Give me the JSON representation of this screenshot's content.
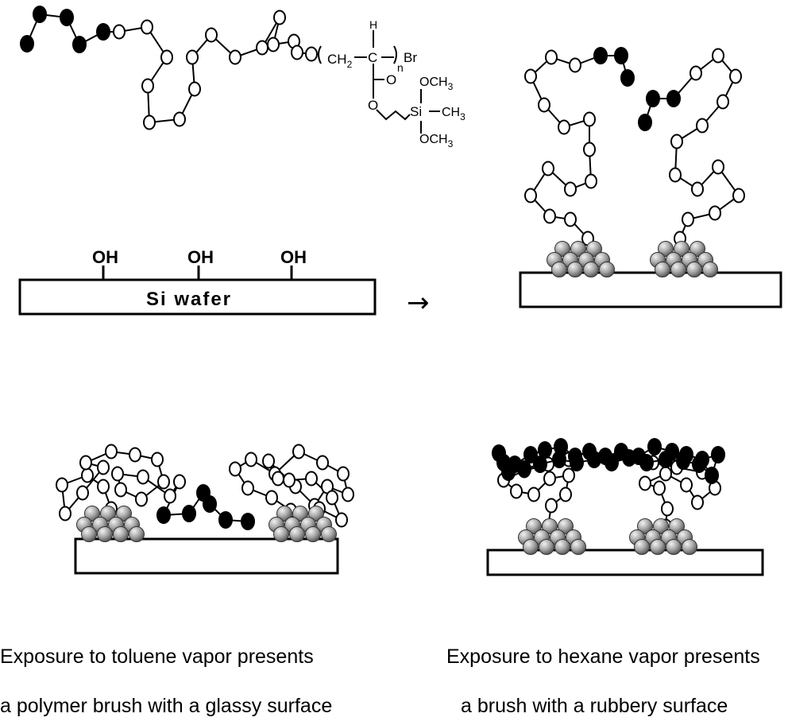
{
  "chemistry": {
    "open_paren": "(",
    "ch2": "CH",
    "ch2_sub": "2",
    "c": "C",
    "h": "H",
    "close_paren": ")",
    "n": "n",
    "br": "Br",
    "o_carbonyl": "O",
    "o_ester": "O",
    "si": "Si",
    "och3_top": "OCH",
    "och3_top_sub": "3",
    "ch3": "CH",
    "ch3_sub": "3",
    "och3_bottom": "OCH",
    "och3_bottom_sub": "3"
  },
  "substrate": {
    "label": "Si wafer",
    "oh_groups": [
      "OH",
      "OH",
      "OH"
    ]
  },
  "arrow": "→",
  "captions": {
    "left_line1": "Exposure to toluene vapor presents",
    "left_line2": "a polymer brush with a glassy surface",
    "right_line1": "Exposure to hexane vapor presents",
    "right_line2": "a brush with a rubbery surface"
  },
  "colors": {
    "ink": "#000000",
    "background": "#ffffff",
    "particle_light": "#f2f2f2",
    "particle_dark": "#5a5a5a"
  }
}
